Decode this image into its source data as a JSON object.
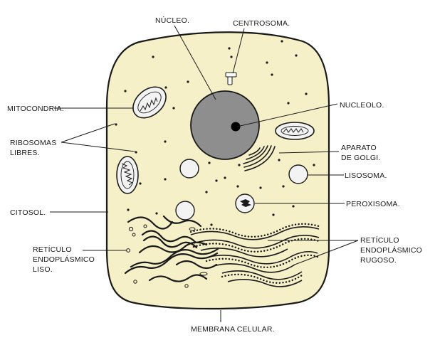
{
  "colors": {
    "cytoplasm": "#F6F0C8",
    "nucleus": "#8E8E8E",
    "outline": "#1A1A1A",
    "organelle_fill": "#F3F3F3"
  },
  "labels": {
    "nucleo": "NÚCLEO.",
    "centrosoma": "CENTROSOMA.",
    "mitocondria": "MITOCONDRIA.",
    "nucleolo": "NUCLEOLO.",
    "ribosomas": [
      "RIBOSOMAS",
      "LIBRES."
    ],
    "golgi": [
      "APARATO",
      "DE GOLGI."
    ],
    "lisosoma": "LISOSOMA.",
    "peroxisoma": "PEROXISOMA.",
    "citosol": "CITOSOL.",
    "rel": [
      "RETÍCULO",
      "ENDOPLÁSMICO",
      "LISO."
    ],
    "rer": [
      "RETÍCULO",
      "ENDOPLÁSMICO",
      "RUGOSO."
    ],
    "membrana": "MEMBRANA CELULAR."
  }
}
